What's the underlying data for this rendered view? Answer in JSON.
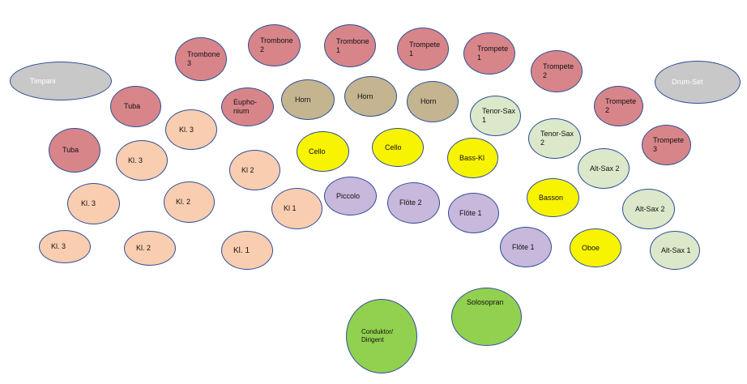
{
  "colors": {
    "brass": "#d8858a",
    "horn": "#c4b48f",
    "clarinet": "#f9cdb0",
    "yellow": "#f8f300",
    "violet": "#c7b8dc",
    "sax": "#dbe8ca",
    "percussion": "#c8c8c8",
    "green": "#92d050",
    "outline": "#2f4f96"
  },
  "seats": {
    "timpani": "Timpani",
    "drum_set": "Drum-Set",
    "trombone3": "Trombone\n3",
    "trombone2": "Trombone\n2",
    "trombone1": "Trombone\n1",
    "trompete1a": "Trompete\n1",
    "trompete1b": "Trompete\n1",
    "trompete2a": "Trompete\n2",
    "trompete2b": "Trompete\n2",
    "trompete3": "Trompete\n3",
    "tuba_upper": "Tuba",
    "tuba_lower": "Tuba",
    "euphonium": "Eupho-\nnium",
    "horn1": "Horn",
    "horn2": "Horn",
    "horn3": "Horn",
    "kl3_top": "Kl. 3",
    "kl3_mid": "Kl. 3",
    "kl3_left": "Kl. 3",
    "kl3_bottom": "Kl. 3",
    "kl2_mid": "Kl. 2",
    "kl2_inner": "Kl 2",
    "kl2_bottom": "Kl. 2",
    "kl1_mid": "Kl 1",
    "kl1_bottom": "Kl. 1",
    "cello1": "Cello",
    "cello2": "Cello",
    "piccolo": "Piccolo",
    "floete2": "Flöte 2",
    "bass_kl": "Bass-Kl",
    "floete1a": "Flöte 1",
    "floete1b": "Flöte 1",
    "tenorsax1": "Tenor-Sax\n1",
    "tenorsax2": "Tenor-Sax\n2",
    "altsax2a": "Alt-Sax 2",
    "altsax2b": "Alt-Sax 2",
    "altsax1": "Alt-Sax 1",
    "basson": "Basson",
    "oboe": "Oboe",
    "solosopran": "Solosopran",
    "conductor": "Conduktor/\nDirigent"
  }
}
